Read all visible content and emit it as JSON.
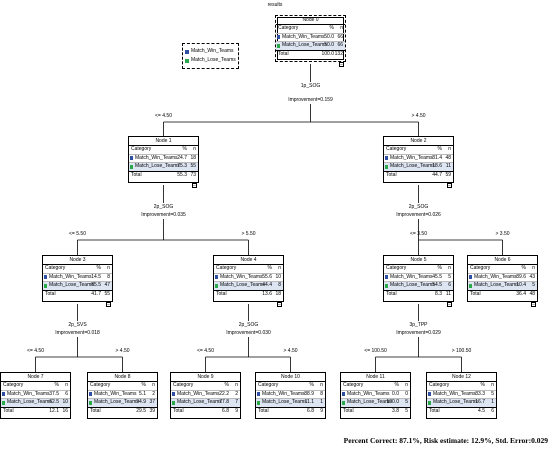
{
  "title": "results",
  "columns": {
    "category": "Category",
    "percent": "%",
    "n": "n"
  },
  "classes": {
    "win": {
      "label": "Match_Win_Teams",
      "color": "#2f4fa0"
    },
    "lose": {
      "label": "Match_Lose_Teams",
      "color": "#2aa84a"
    }
  },
  "legend": [
    "Match_Win_Teams",
    "Match_Lose_Teams"
  ],
  "nodes": [
    {
      "id": "Node 0",
      "win_pct": "50.0",
      "win_n": "66",
      "lose_pct": "50.0",
      "lose_n": "66",
      "total_pct": "100.0",
      "total_n": "132"
    },
    {
      "id": "Node 1",
      "win_pct": "24.7",
      "win_n": "18",
      "lose_pct": "75.3",
      "lose_n": "55",
      "total_pct": "55.3",
      "total_n": "73"
    },
    {
      "id": "Node 2",
      "win_pct": "81.4",
      "win_n": "48",
      "lose_pct": "18.6",
      "lose_n": "11",
      "total_pct": "44.7",
      "total_n": "59"
    },
    {
      "id": "Node 3",
      "win_pct": "14.5",
      "win_n": "8",
      "lose_pct": "85.5",
      "lose_n": "47",
      "total_pct": "41.7",
      "total_n": "55"
    },
    {
      "id": "Node 4",
      "win_pct": "55.6",
      "win_n": "10",
      "lose_pct": "44.4",
      "lose_n": "8",
      "total_pct": "13.6",
      "total_n": "18"
    },
    {
      "id": "Node 5",
      "win_pct": "45.5",
      "win_n": "5",
      "lose_pct": "54.5",
      "lose_n": "6",
      "total_pct": "8.3",
      "total_n": "11"
    },
    {
      "id": "Node 6",
      "win_pct": "89.6",
      "win_n": "43",
      "lose_pct": "10.4",
      "lose_n": "5",
      "total_pct": "36.4",
      "total_n": "48"
    },
    {
      "id": "Node 7",
      "win_pct": "37.5",
      "win_n": "6",
      "lose_pct": "62.5",
      "lose_n": "10",
      "total_pct": "12.1",
      "total_n": "16"
    },
    {
      "id": "Node 8",
      "win_pct": "5.1",
      "win_n": "2",
      "lose_pct": "94.9",
      "lose_n": "37",
      "total_pct": "29.5",
      "total_n": "39"
    },
    {
      "id": "Node 9",
      "win_pct": "22.2",
      "win_n": "2",
      "lose_pct": "77.8",
      "lose_n": "7",
      "total_pct": "6.8",
      "total_n": "9"
    },
    {
      "id": "Node 10",
      "win_pct": "88.9",
      "win_n": "8",
      "lose_pct": "11.1",
      "lose_n": "1",
      "total_pct": "6.8",
      "total_n": "9"
    },
    {
      "id": "Node 11",
      "win_pct": "0.0",
      "win_n": "0",
      "lose_pct": "100.0",
      "lose_n": "5",
      "total_pct": "3.8",
      "total_n": "5"
    },
    {
      "id": "Node 12",
      "win_pct": "83.3",
      "win_n": "5",
      "lose_pct": "16.7",
      "lose_n": "1",
      "total_pct": "4.5",
      "total_n": "6"
    }
  ],
  "splits": [
    {
      "variable": "1p_SOG",
      "improvement": "Improvement=0.159",
      "left": "<= 4.50",
      "right": "> 4.50"
    },
    {
      "variable": "2p_SOG",
      "improvement": "Improvement=0.035",
      "left": "<= 5.50",
      "right": "> 5.50"
    },
    {
      "variable": "2p_SOG",
      "improvement": "Improvement=0.026",
      "left": "<= 3.50",
      "right": "> 3.50"
    },
    {
      "variable": "2p_SVS",
      "improvement": "Improvement=0.018",
      "left": "<= 4.50",
      "right": "> 4.50"
    },
    {
      "variable": "2p_SOG",
      "improvement": "Improvement=0.030",
      "left": "<= 4.50",
      "right": "> 4.50"
    },
    {
      "variable": "3p_TPP",
      "improvement": "Improvement=0.029",
      "left": "<= 100.50",
      "right": "> 100.50"
    }
  ],
  "footer": "Percent Correct: 87.1%, Risk estimate: 12.9%, Std. Error:0.029"
}
